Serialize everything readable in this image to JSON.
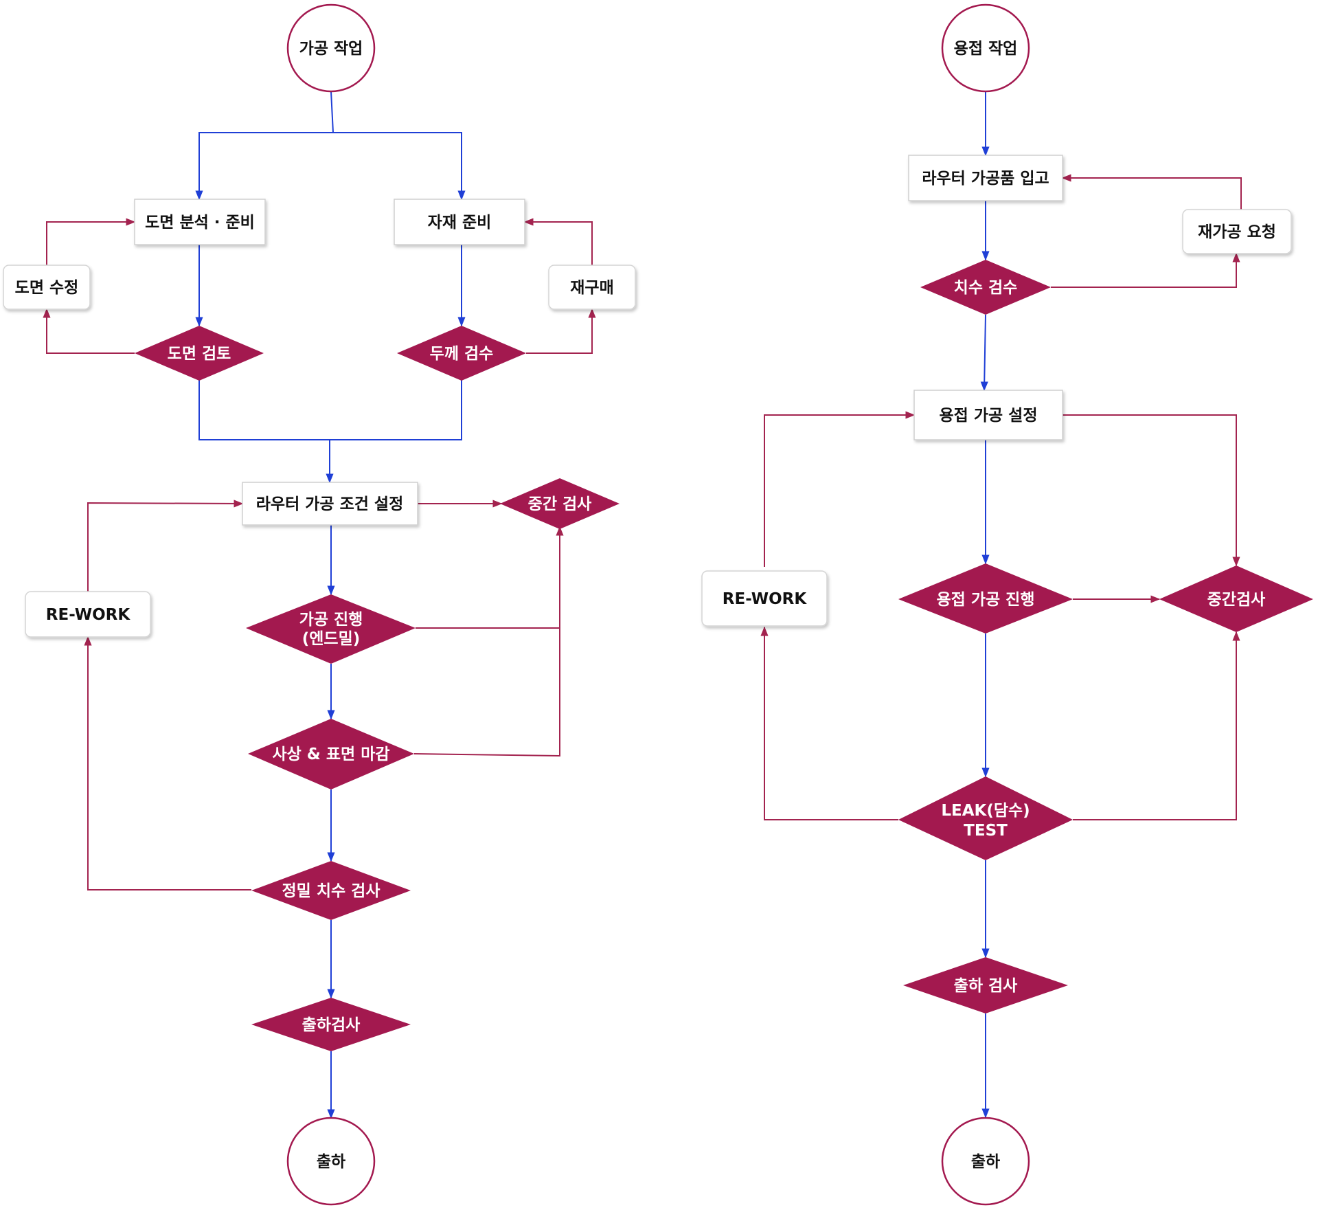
{
  "colors": {
    "blue": "#1f3fd6",
    "red": "#a3234f",
    "diamond": "#a3194f",
    "circle_stroke": "#a3194f"
  },
  "left_flow": {
    "start": "가공 작업",
    "drawing_prep": "도면 분석 · 준비",
    "material_prep": "자재 준비",
    "drawing_fix": "도면 수정",
    "rebuy": "재구매",
    "drawing_review": "도면 검토",
    "thickness_check": "두께 검수",
    "router_setup": "라우터 가공 조건 설정",
    "mid_check": "중간 검사",
    "rework": "RE-WORK",
    "machining_1": "가공 진행",
    "machining_2": "(엔드밀)",
    "finishing": "사상 & 표면 마감",
    "precision_check": "정밀 치수 검사",
    "ship_check": "출하검사",
    "end": "출하"
  },
  "right_flow": {
    "start": "용접 작업",
    "router_input": "라우터 가공품 입고",
    "rework_request": "재가공 요청",
    "dim_check": "치수 검수",
    "weld_setup": "용접 가공 설정",
    "rework": "RE-WORK",
    "welding": "용접 가공 진행",
    "mid_check": "중간검사",
    "leak_1": "LEAK(담수)",
    "leak_2": "TEST",
    "ship_check": "출하 검사",
    "end": "출하"
  }
}
